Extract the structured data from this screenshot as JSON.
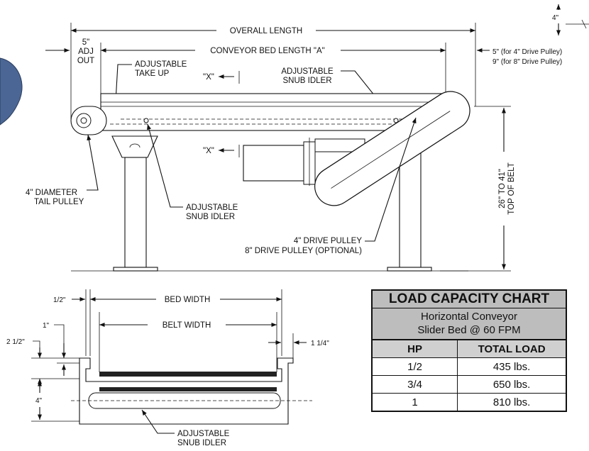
{
  "side_view": {
    "overall_length": "OVERALL LENGTH",
    "adj_out_value": "5\"",
    "adj_out_line1": "ADJ",
    "adj_out_line2": "OUT",
    "conveyor_bed_length": "CONVEYOR BED LENGTH \"A\"",
    "drive_note_4": "5\" (for 4\" Drive Pulley)",
    "drive_note_8": "9\" (for 8\" Drive Pulley)",
    "top_dim": "4\"",
    "adjustable_take_up_1": "ADJUSTABLE",
    "adjustable_take_up_2": "TAKE UP",
    "x_label_top": "\"X\"",
    "x_label_bottom": "\"X\"",
    "snub_idler_top_1": "ADJUSTABLE",
    "snub_idler_top_2": "SNUB IDLER",
    "tail_pulley_1": "4\" DIAMETER",
    "tail_pulley_2": "TAIL PULLEY",
    "snub_idler_bottom_1": "ADJUSTABLE",
    "snub_idler_bottom_2": "SNUB IDLER",
    "drive_pulley_1": "4\" DRIVE PULLEY",
    "drive_pulley_2": "8\" DRIVE PULLEY (OPTIONAL)",
    "height_1": "26\" TO 41\"",
    "height_2": "TOP OF BELT"
  },
  "section_view": {
    "half_inch": "1/2\"",
    "bed_width": "BED WIDTH",
    "belt_width": "BELT WIDTH",
    "one_inch": "1\"",
    "two_half": "2 1/2\"",
    "one_quarter": "1 1/4\"",
    "four_inch": "4\"",
    "snub_idler_1": "ADJUSTABLE",
    "snub_idler_2": "SNUB IDLER"
  },
  "load_chart": {
    "title": "LOAD CAPACITY CHART",
    "subtitle_1": "Horizontal Conveyor",
    "subtitle_2": "Slider Bed @ 60 FPM",
    "col_hp": "HP",
    "col_load": "TOTAL LOAD",
    "rows": [
      {
        "hp": "1/2",
        "load": "435 lbs."
      },
      {
        "hp": "3/4",
        "load": "650 lbs."
      },
      {
        "hp": "1",
        "load": "810 lbs."
      }
    ]
  },
  "colors": {
    "line": "#111111",
    "chart_header": "#bdbdbd",
    "blob": "#4b6694"
  }
}
